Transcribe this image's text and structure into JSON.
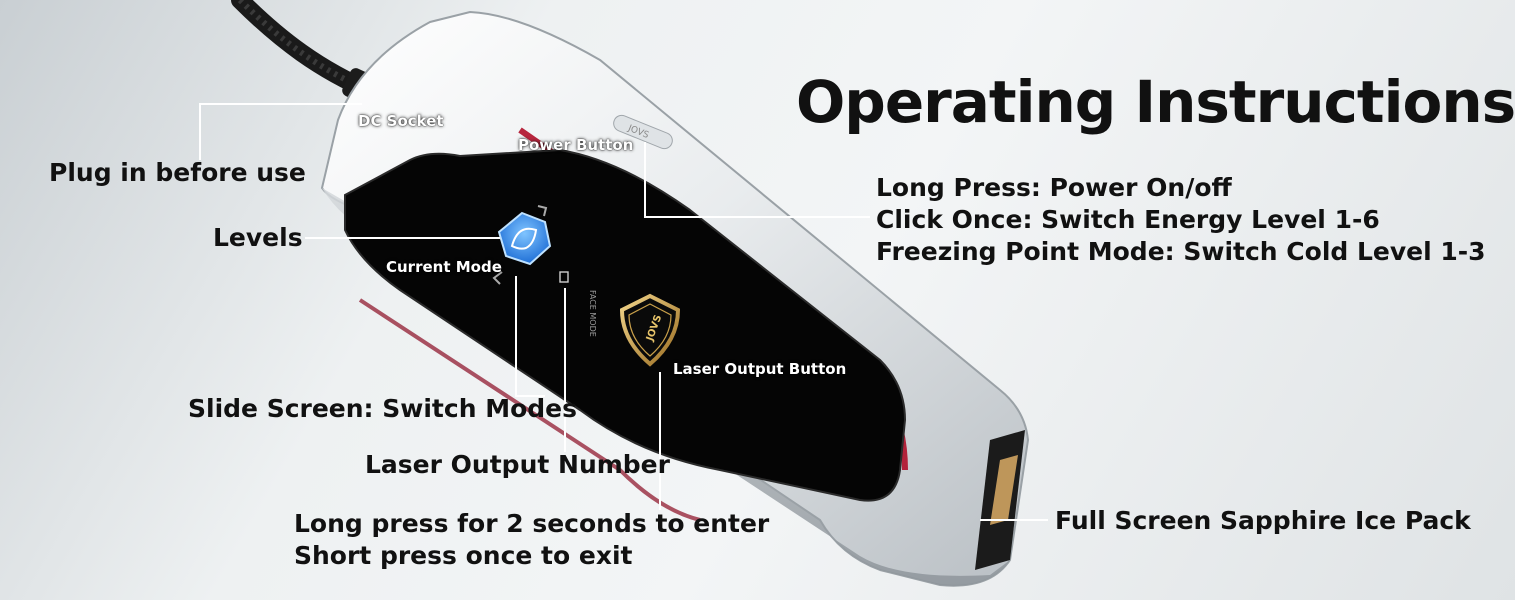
{
  "title": "Operating Instructions",
  "callouts": {
    "dc_socket": "DC Socket",
    "plug_in": "Plug in before use",
    "power_button": "Power Button",
    "levels": "Levels",
    "current_mode": "Current Mode",
    "slide_screen": "Slide Screen: Switch Modes",
    "laser_output_number": "Laser Output Number",
    "laser_output_button": "Laser Output Button",
    "power_instructions": [
      "Long Press: Power On/off",
      "Click Once: Switch Energy Level 1-6",
      "Freezing Point Mode: Switch Cold Level 1-3"
    ],
    "laser_press_instructions": [
      "Long press for 2 seconds to enter",
      "Short press once to exit"
    ],
    "ice_pack": "Full Screen Sapphire Ice Pack"
  },
  "device": {
    "brand_mark": "JOVS",
    "screen_text": "FACE MODE",
    "top_button_text": "JOVS"
  },
  "colors": {
    "accent_red": "#b0102a",
    "screen_black": "#050505",
    "mode_icon_blue": "#2f8df0",
    "gold": "#c9a04a"
  }
}
